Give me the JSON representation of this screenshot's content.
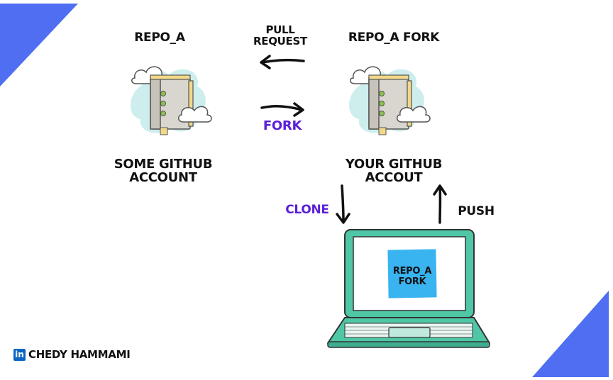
{
  "colors": {
    "accent_blue": "#4f6ef2",
    "accent_purple": "#5b1fd6",
    "laptop_green": "#4fc7a6",
    "cloud_teal": "#cdeeed",
    "book_cover": "#d9d6cf",
    "book_pages": "#f2d98a",
    "book_dots": "#8bc34a",
    "sticky_note": "#39b4f0",
    "linkedin_blue": "#0a66c2"
  },
  "repos": {
    "left": {
      "title": "REPO_A",
      "account_line1": "SOME GITHUB",
      "account_line2": "ACCOUNT",
      "icon": "repo-book-icon"
    },
    "right": {
      "title": "REPO_A FORK",
      "account_line1": "YOUR GITHUB",
      "account_line2": "ACCOUT",
      "icon": "repo-book-icon"
    }
  },
  "arrows": {
    "pull_request_line1": "PULL",
    "pull_request_line2": "REQUEST",
    "fork": "FORK",
    "clone": "CLONE",
    "push": "PUSH"
  },
  "laptop": {
    "note_line1": "REPO_A",
    "note_line2": "FORK",
    "icon": "laptop-icon"
  },
  "footer": {
    "brand": "CHEDY HAMMAMI",
    "logo_text": "in",
    "icon": "linkedin-icon"
  }
}
